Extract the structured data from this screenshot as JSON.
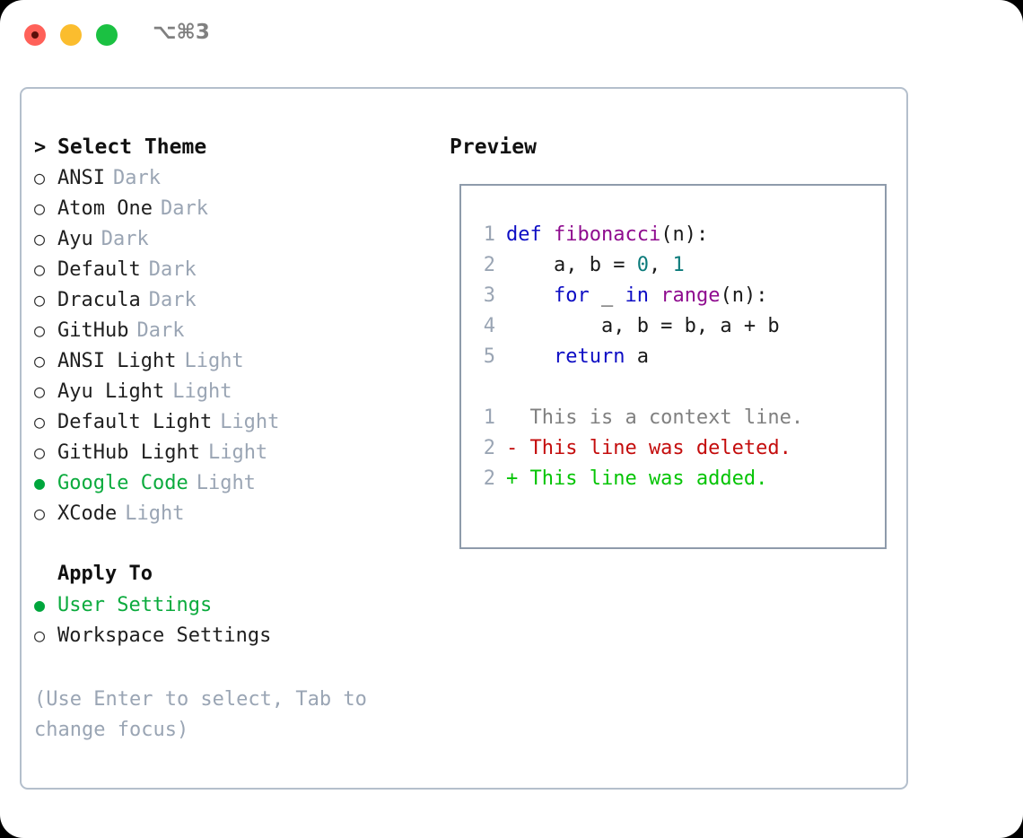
{
  "titlebar": {
    "traffic_lights": [
      "close",
      "minimize",
      "maximize"
    ],
    "shortcut": "⌥⌘3"
  },
  "left_panel": {
    "header": {
      "marker": ">",
      "label": "Select Theme"
    },
    "themes": [
      {
        "marker": "○",
        "label": "ANSI",
        "tag": "Dark",
        "selected": false
      },
      {
        "marker": "○",
        "label": "Atom One",
        "tag": "Dark",
        "selected": false
      },
      {
        "marker": "○",
        "label": "Ayu",
        "tag": "Dark",
        "selected": false
      },
      {
        "marker": "○",
        "label": "Default",
        "tag": "Dark",
        "selected": false
      },
      {
        "marker": "○",
        "label": "Dracula",
        "tag": "Dark",
        "selected": false
      },
      {
        "marker": "○",
        "label": "GitHub",
        "tag": "Dark",
        "selected": false
      },
      {
        "marker": "○",
        "label": "ANSI Light",
        "tag": "Light",
        "selected": false
      },
      {
        "marker": "○",
        "label": "Ayu Light",
        "tag": "Light",
        "selected": false
      },
      {
        "marker": "○",
        "label": "Default Light",
        "tag": "Light",
        "selected": false
      },
      {
        "marker": "○",
        "label": "GitHub Light",
        "tag": "Light",
        "selected": false
      },
      {
        "marker": "●",
        "label": "Google Code",
        "tag": "Light",
        "selected": true
      },
      {
        "marker": "○",
        "label": "XCode",
        "tag": "Light",
        "selected": false
      }
    ],
    "apply_to": {
      "title": "Apply To",
      "options": [
        {
          "marker": "●",
          "label": "User Settings",
          "selected": true
        },
        {
          "marker": "○",
          "label": "Workspace Settings",
          "selected": false
        }
      ]
    },
    "help_text": "(Use Enter to select, Tab to change focus)"
  },
  "right_panel": {
    "title": "Preview",
    "code_lines": [
      {
        "ln": "1",
        "tokens": [
          {
            "t": "def ",
            "c": "kw"
          },
          {
            "t": "fibonacci",
            "c": "fn"
          },
          {
            "t": "(n):",
            "c": "plain"
          }
        ]
      },
      {
        "ln": "2",
        "tokens": [
          {
            "t": "    a, b = ",
            "c": "plain"
          },
          {
            "t": "0",
            "c": "num"
          },
          {
            "t": ", ",
            "c": "plain"
          },
          {
            "t": "1",
            "c": "num"
          }
        ]
      },
      {
        "ln": "3",
        "tokens": [
          {
            "t": "    ",
            "c": "plain"
          },
          {
            "t": "for",
            "c": "kw"
          },
          {
            "t": " _ ",
            "c": "plain"
          },
          {
            "t": "in",
            "c": "kw"
          },
          {
            "t": " ",
            "c": "plain"
          },
          {
            "t": "range",
            "c": "fn"
          },
          {
            "t": "(n):",
            "c": "plain"
          }
        ]
      },
      {
        "ln": "4",
        "tokens": [
          {
            "t": "        a, b = b, a + b",
            "c": "plain"
          }
        ]
      },
      {
        "ln": "5",
        "tokens": [
          {
            "t": "    ",
            "c": "plain"
          },
          {
            "t": "return",
            "c": "kw"
          },
          {
            "t": " a",
            "c": "plain"
          }
        ]
      }
    ],
    "diff_lines": [
      {
        "ln": "1",
        "text": "  This is a context line.",
        "kind": "ctx"
      },
      {
        "ln": "2",
        "text": "- This line was deleted.",
        "kind": "del"
      },
      {
        "ln": "2",
        "text": "+ This line was added.",
        "kind": "add"
      }
    ]
  },
  "colors": {
    "accent_green": "#0cab3e",
    "tag_gray": "#9aa5b4",
    "keyword_blue": "#0d0dc4",
    "function_purple": "#8f0c8f",
    "number_teal": "#0c7b7b",
    "diff_deleted_red": "#c40d0d",
    "diff_added_green": "#05c405",
    "panel_border": "#b4bfcc",
    "preview_border": "#8e9bab"
  }
}
